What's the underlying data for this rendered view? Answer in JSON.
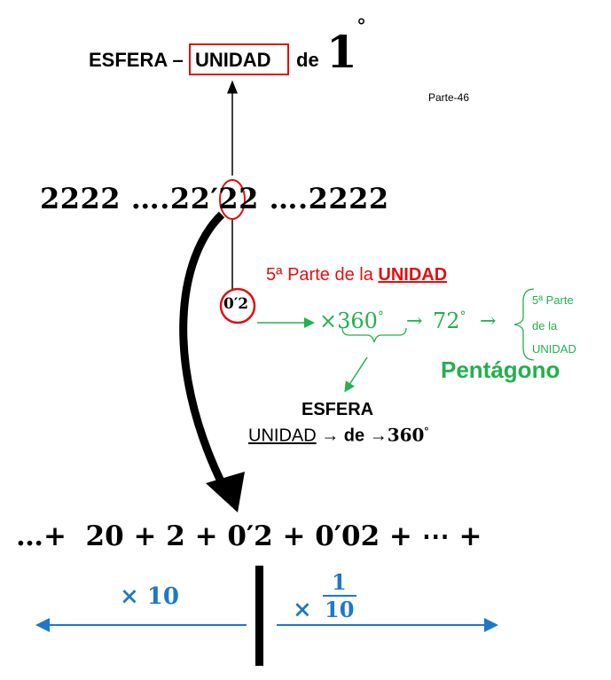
{
  "title": {
    "prefix": "ESFERA –",
    "boxed": "UNIDAD",
    "suffix": "de",
    "number": "1",
    "degree": "°"
  },
  "part_label": "Parte-46",
  "sequence": "2222 ….22′22 ….2222",
  "decimal": "0′2",
  "red_note": {
    "text": "5ª Parte de la",
    "underlined": "UNIDAD"
  },
  "green_chain": {
    "times": "×",
    "value": "360",
    "degree": "°",
    "arrow1": "→",
    "result": "72",
    "arrow2": "→",
    "brace_lines": [
      "5ª Parte",
      "de la",
      "UNIDAD"
    ],
    "shape": "Pentágono"
  },
  "sphere_note": {
    "line1": "ESFERA",
    "unit": "UNIDAD",
    "arrow": "→",
    "de": "de",
    "value": "360",
    "degree": "°"
  },
  "series": "…+  20 + 2 + 0′2 + 0′02 + ⋯ +",
  "left_factor": "× 10",
  "right_factor": {
    "times": "×",
    "numerator": "1",
    "denominator": "10"
  },
  "colors": {
    "red": "#e01010",
    "green": "#22b14c",
    "blue": "#1e78c8"
  }
}
